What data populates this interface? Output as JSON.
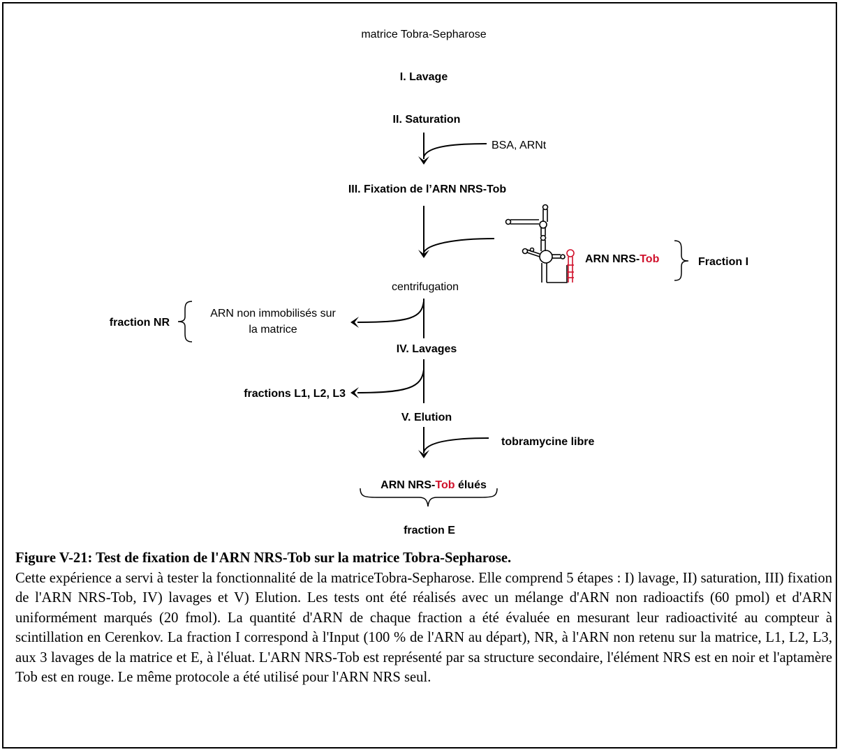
{
  "diagram": {
    "start": "matrice Tobra-Sepharose",
    "step1": "I. Lavage",
    "step2": "II. Saturation",
    "saturation_input": "BSA, ARNt",
    "step3": "III. Fixation de l’ARN NRS-Tob",
    "rna_label_prefix": "ARN NRS-",
    "rna_label_tob": "Tob",
    "fraction_i": "Fraction I",
    "centrifugation": "centrifugation",
    "nr_text_line1": "ARN non immobilisés sur",
    "nr_text_line2": "la matrice",
    "fraction_nr": "fraction NR",
    "step4": "IV. Lavages",
    "fractions_l": "fractions L1, L2, L3",
    "step5": "V. Elution",
    "elution_input": "tobramycine libre",
    "eluted_prefix": "ARN NRS-",
    "eluted_tob": "Tob",
    "eluted_suffix": " élués",
    "fraction_e": "fraction E"
  },
  "colors": {
    "aptamer_red": "#d0112b",
    "nrs_black": "#000000"
  },
  "caption": {
    "title": "Figure V-21: Test de fixation de l'ARN NRS-Tob sur la matrice Tobra-Sepharose.",
    "body": "Cette expérience a servi à tester la fonctionnalité de la matriceTobra-Sepharose. Elle comprend 5 étapes : I) lavage, II) saturation, III) fixation de l'ARN NRS-Tob, IV) lavages et V) Elution. Les tests ont été réalisés avec un mélange d'ARN non radioactifs (60 pmol) et d'ARN uniformément marqués (20 fmol). La quantité d'ARN de chaque fraction a été évaluée en mesurant leur radioactivité au compteur à scintillation en Cerenkov. La fraction I correspond à l'Input (100 % de l'ARN au départ), NR, à l'ARN non retenu sur la matrice, L1, L2, L3, aux 3 lavages de la matrice et E, à l'éluat. L'ARN NRS-Tob est représenté par sa structure secondaire, l'élément NRS est en noir et l'aptamère Tob est en rouge. Le même protocole a été utilisé pour l'ARN NRS seul."
  }
}
